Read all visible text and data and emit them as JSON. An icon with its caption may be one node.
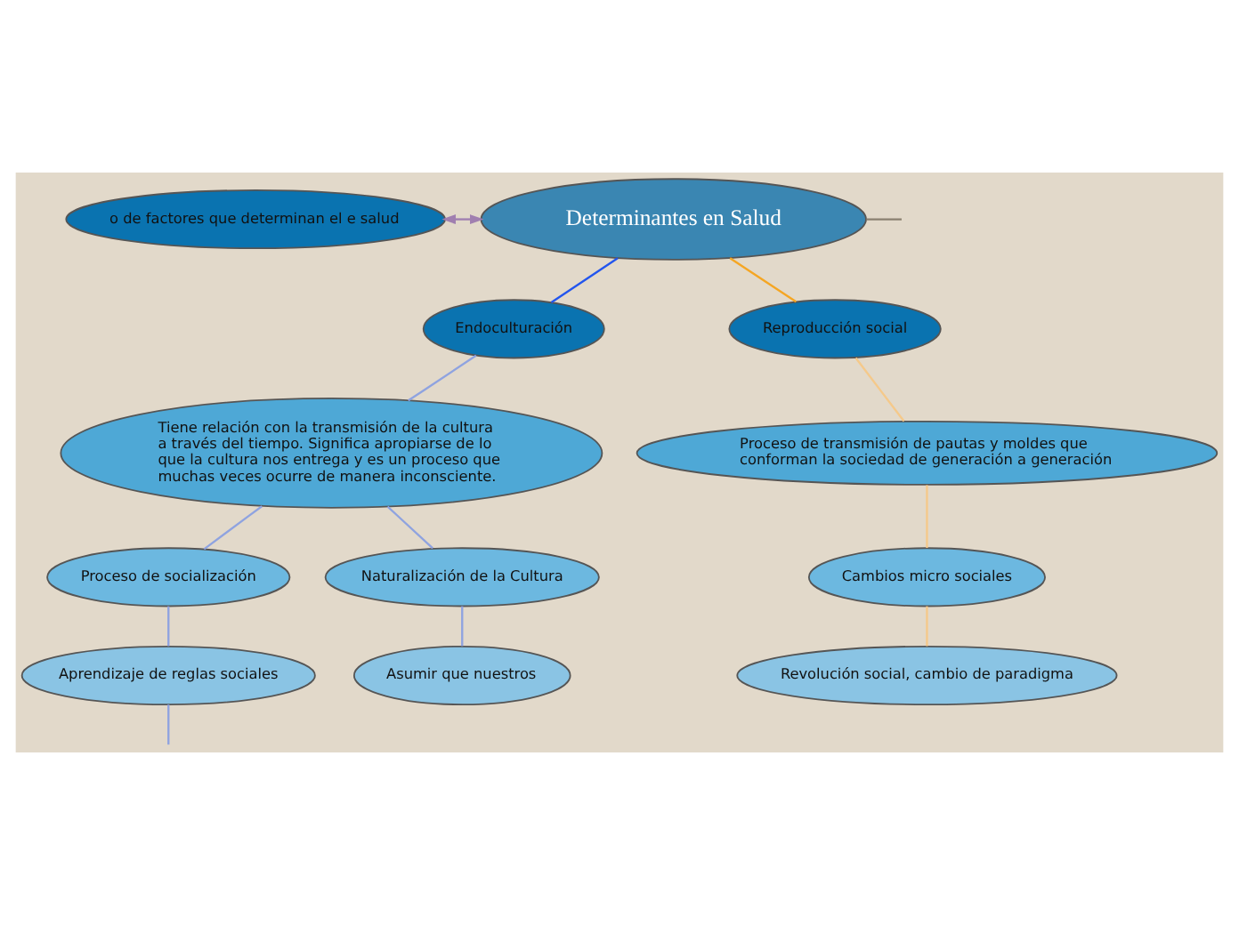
{
  "diagram": {
    "nodes": [
      {
        "text": [
          "Determinantes en Salud"
        ]
      },
      {
        "text": [
          "o de factores que determinan el e salud"
        ]
      },
      {
        "text": [
          "Endoculturación"
        ]
      },
      {
        "text": [
          "Tiene relación con la transmisión de la cultura a través del tiempo. Significa apropiarse de lo que la cultura nos entrega y es un proceso que muchas veces ocurre de manera inconsciente."
        ]
      },
      {
        "text": [
          "Proceso de socialización"
        ]
      },
      {
        "text": [
          "Aprendizaje de reglas sociales"
        ]
      },
      {
        "text": [
          "Naturalización de la Cultura"
        ]
      },
      {
        "text": [
          "Asumir que nuestros"
        ]
      },
      {
        "text": [
          "Reproducción social"
        ]
      },
      {
        "text": [
          "Proceso de transmisión de pautas y moldes que conforman la sociedad de generación a generación"
        ]
      },
      {
        "text": [
          "Cambios micro sociales"
        ]
      },
      {
        "text": [
          "Revolución social, cambio de paradigma"
        ]
      }
    ],
    "edges": [
      {
        "from": 0,
        "to": 1,
        "arrow": "both",
        "color": "#a07fb0"
      },
      {
        "from": 0,
        "to": null,
        "arrow": "none",
        "color": "#8a8070"
      },
      {
        "from": 0,
        "to": 2,
        "arrow": "none",
        "color": "#2255ee"
      },
      {
        "from": 2,
        "to": 3,
        "arrow": "none",
        "color": "#8fa3e0"
      },
      {
        "from": 3,
        "to": 4,
        "arrow": "none",
        "color": "#8fa3e0"
      },
      {
        "from": 3,
        "to": 6,
        "arrow": "none",
        "color": "#8fa3e0"
      },
      {
        "from": 4,
        "to": 5,
        "arrow": "none",
        "color": "#8fa3e0"
      },
      {
        "from": 6,
        "to": 7,
        "arrow": "none",
        "color": "#8fa3e0"
      },
      {
        "from": 5,
        "to": null,
        "arrow": "none",
        "color": "#8fa3e0"
      },
      {
        "from": 0,
        "to": 8,
        "arrow": "none",
        "color": "#f5a623"
      },
      {
        "from": 8,
        "to": 9,
        "arrow": "none",
        "color": "#f5c98a"
      },
      {
        "from": 9,
        "to": 10,
        "arrow": "none",
        "color": "#f5c98a"
      },
      {
        "from": 10,
        "to": 11,
        "arrow": "none",
        "color": "#f5c98a"
      }
    ]
  }
}
